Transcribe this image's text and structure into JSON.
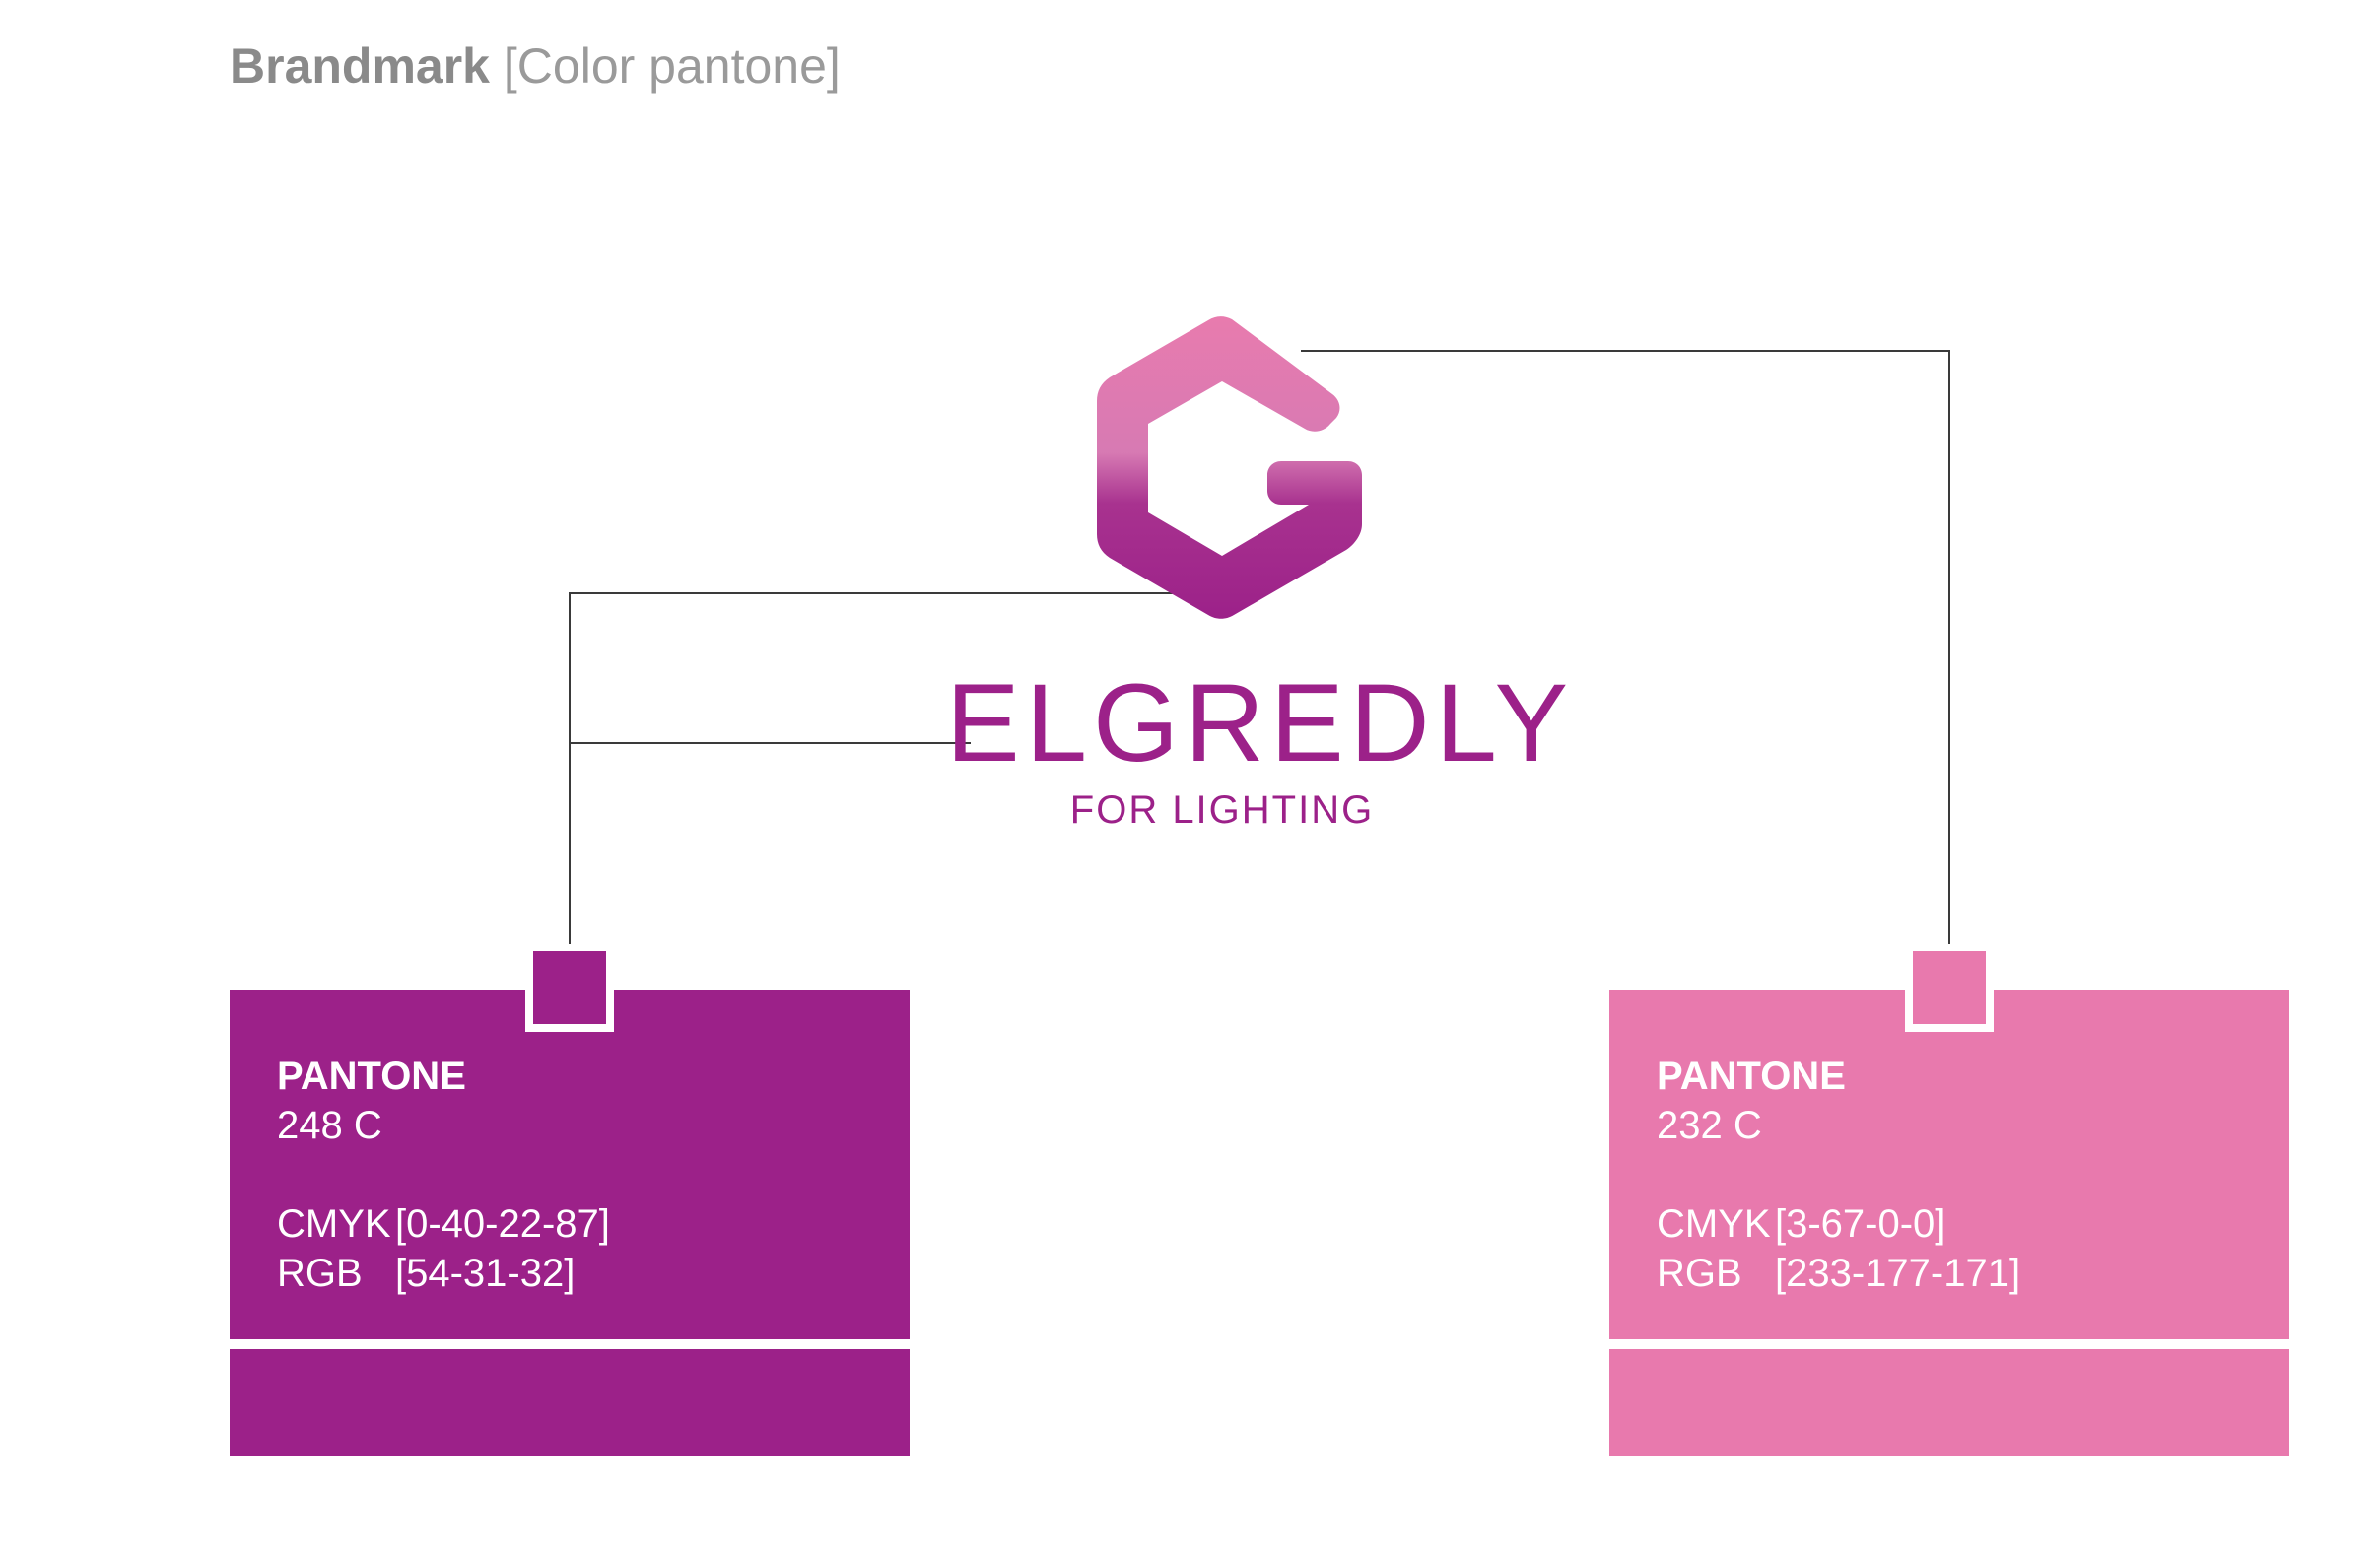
{
  "header": {
    "title_bold": "Brandmark",
    "title_light": "[Color pantone]"
  },
  "brand": {
    "name": "ELGREDLY",
    "tagline": "FOR LIGHTING",
    "logo_icon": "hexagon-g-logo-icon",
    "gradient_top": "#e87bae",
    "gradient_bottom": "#9c2189"
  },
  "swatches": [
    {
      "color": "#9c2189",
      "label": "PANTONE",
      "code": "248 C",
      "cmyk_label": "CMYK",
      "cmyk": "[0-40-22-87]",
      "rgb_label": "RGB",
      "rgb": "[54-31-32]"
    },
    {
      "color": "#e879ad",
      "label": "PANTONE",
      "code": "232 C",
      "cmyk_label": "CMYK",
      "cmyk": "[3-67-0-0]",
      "rgb_label": "RGB",
      "rgb": "[233-177-171]"
    }
  ]
}
